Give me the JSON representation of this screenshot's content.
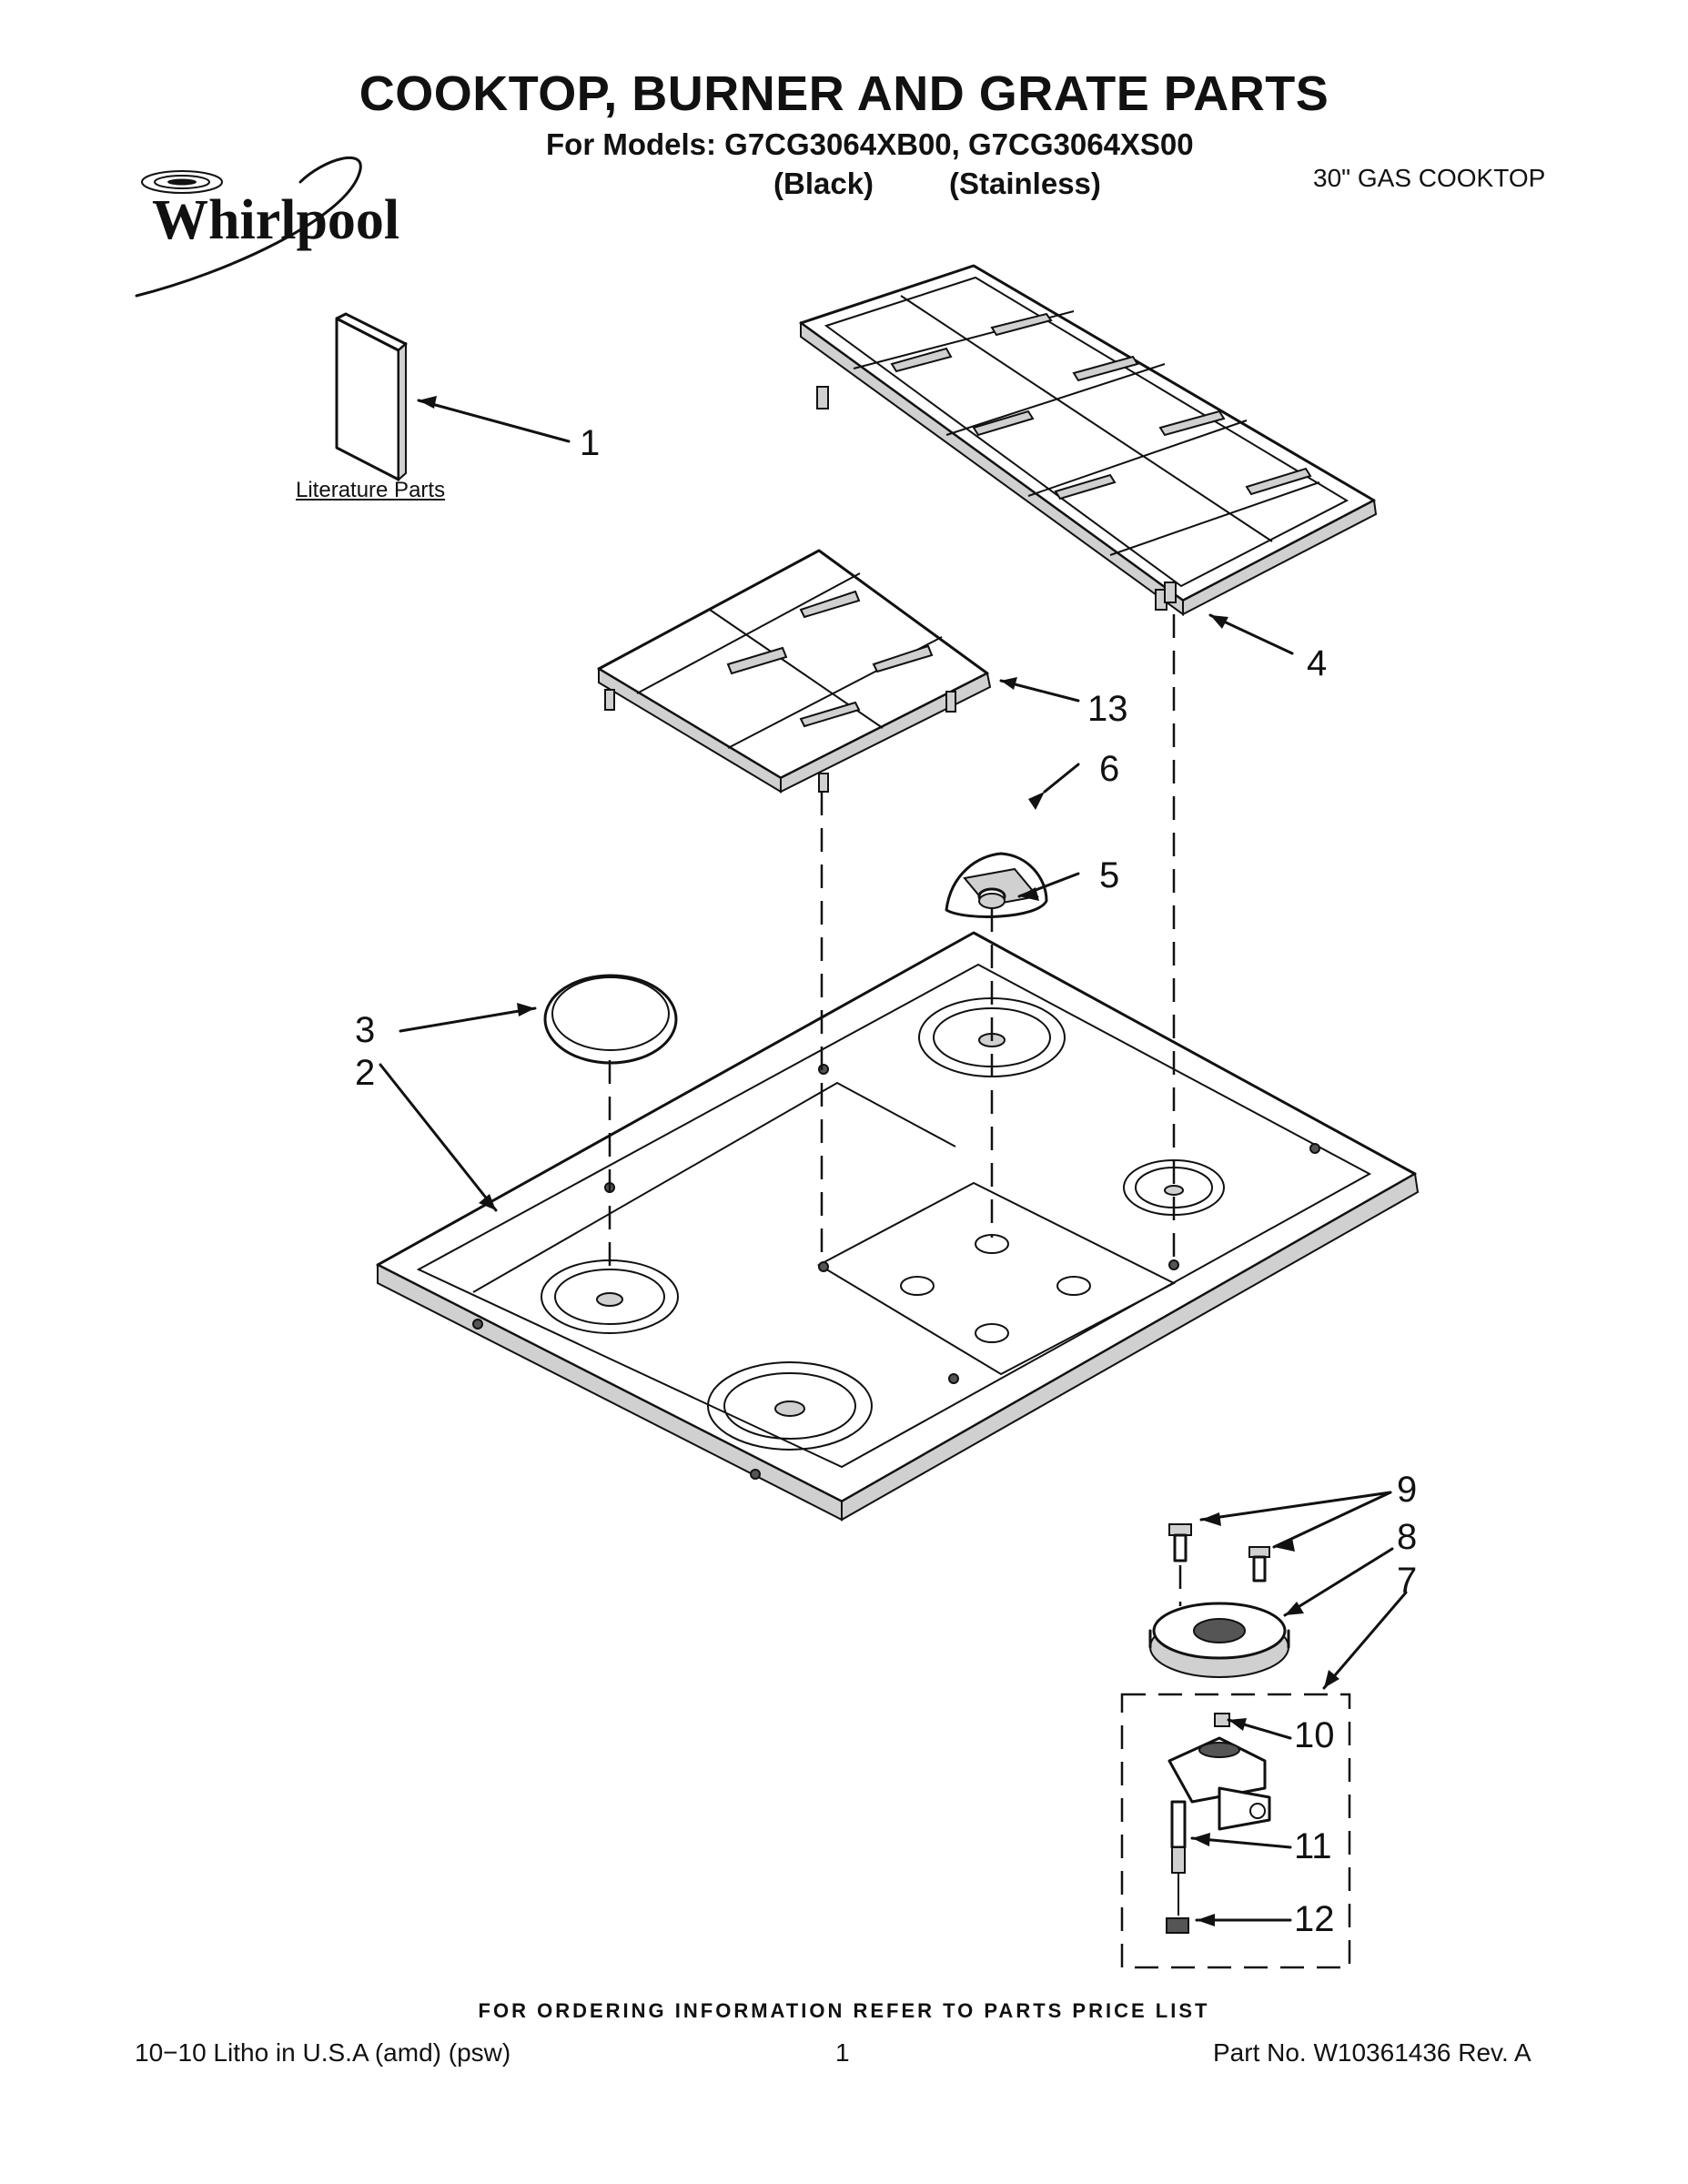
{
  "header": {
    "title": "COOKTOP, BURNER AND GRATE PARTS",
    "models_line": "For Models: G7CG3064XB00, G7CG3064XS00",
    "finish_black": "(Black)",
    "finish_stainless": "(Stainless)",
    "product_type": "30\" GAS COOKTOP",
    "brand": "Whirlpool"
  },
  "literature_label": "Literature Parts",
  "callouts": [
    "1",
    "2",
    "3",
    "4",
    "5",
    "6",
    "7",
    "8",
    "9",
    "10",
    "11",
    "12",
    "13"
  ],
  "footer": {
    "note": "FOR ORDERING INFORMATION REFER TO PARTS PRICE LIST",
    "left": "10−10 Litho in U.S.A (amd) (psw)",
    "page": "1",
    "right": "Part No. W10361436 Rev. A"
  },
  "icons": [
    "whirlpool-logo-icon"
  ]
}
